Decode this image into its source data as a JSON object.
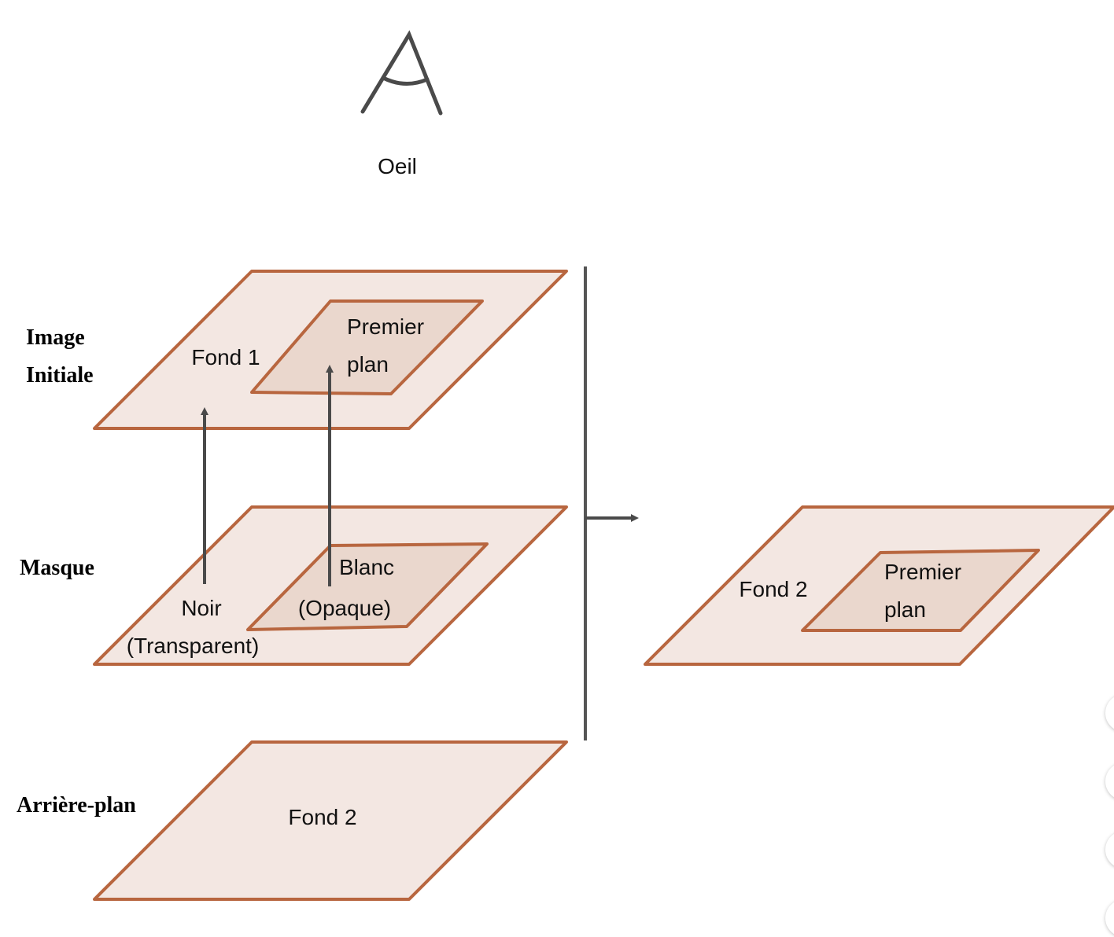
{
  "colors": {
    "plane_stroke": "#b8663f",
    "plane_fill": "#f3e7e2",
    "inner_fill": "#ead7cd",
    "arrow": "#4a4a4a",
    "text": "#111111"
  },
  "eye": {
    "label": "Oeil",
    "icon": "eye-icon"
  },
  "layers": {
    "image_initiale": {
      "label_line1": "Image",
      "label_line2": "Initiale",
      "background": "Fond 1",
      "fg_line1": "Premier",
      "fg_line2": "plan"
    },
    "masque": {
      "label": "Masque",
      "white_line1": "Blanc",
      "white_line2": "(Opaque)",
      "black_line1": "Noir",
      "black_line2": "(Transparent)"
    },
    "arriere_plan": {
      "label": "Arrière-plan",
      "background": "Fond 2"
    }
  },
  "result": {
    "background": "Fond 2",
    "fg_line1": "Premier",
    "fg_line2": "plan"
  },
  "side_buttons": 4
}
